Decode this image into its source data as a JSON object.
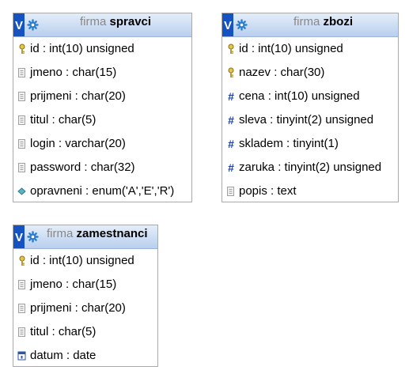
{
  "tables": [
    {
      "db": "firma",
      "name": "spravci",
      "columns": [
        {
          "text": "id : int(10) unsigned",
          "icon": "key-icon"
        },
        {
          "text": "jmeno : char(15)",
          "icon": "text-field-icon"
        },
        {
          "text": "prijmeni : char(20)",
          "icon": "text-field-icon"
        },
        {
          "text": "titul : char(5)",
          "icon": "text-field-icon"
        },
        {
          "text": "login : varchar(20)",
          "icon": "text-field-icon"
        },
        {
          "text": "password : char(32)",
          "icon": "text-field-icon"
        },
        {
          "text": "opravneni : enum('A','E','R')",
          "icon": "enum-icon"
        }
      ]
    },
    {
      "db": "firma",
      "name": "zbozi",
      "columns": [
        {
          "text": "id : int(10) unsigned",
          "icon": "key-icon"
        },
        {
          "text": "nazev : char(30)",
          "icon": "key-icon"
        },
        {
          "text": "cena : int(10) unsigned",
          "icon": "numeric-icon"
        },
        {
          "text": "sleva : tinyint(2) unsigned",
          "icon": "numeric-icon"
        },
        {
          "text": "skladem : tinyint(1)",
          "icon": "numeric-icon"
        },
        {
          "text": "zaruka : tinyint(2) unsigned",
          "icon": "numeric-icon"
        },
        {
          "text": "popis : text",
          "icon": "text-field-icon"
        }
      ]
    },
    {
      "db": "firma",
      "name": "zamestnanci",
      "columns": [
        {
          "text": "id : int(10) unsigned",
          "icon": "key-icon"
        },
        {
          "text": "jmeno : char(15)",
          "icon": "text-field-icon"
        },
        {
          "text": "prijmeni : char(20)",
          "icon": "text-field-icon"
        },
        {
          "text": "titul : char(5)",
          "icon": "text-field-icon"
        },
        {
          "text": "datum : date",
          "icon": "date-icon"
        }
      ]
    }
  ],
  "toggle_label": "V",
  "colors": {
    "header_gradient_top": "#e4eefa",
    "header_gradient_bottom": "#b9cfee",
    "toggle": "#1552c2",
    "db_name": "#888888",
    "numeric_icon": "#1b3fa8"
  }
}
